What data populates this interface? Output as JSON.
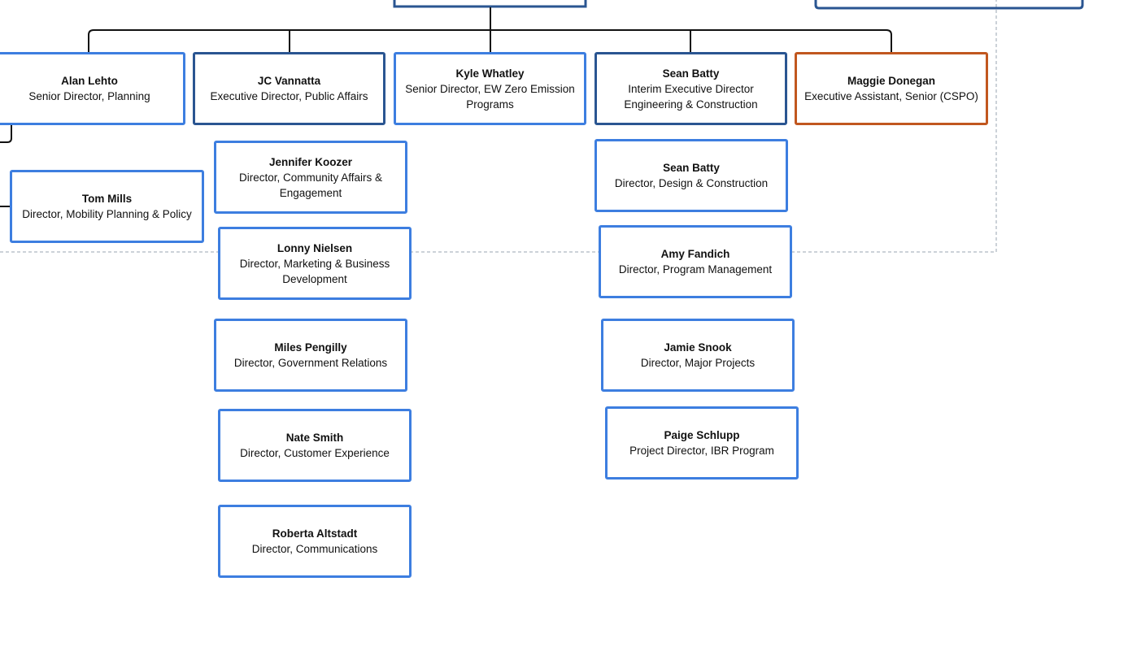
{
  "nodes": {
    "alan": {
      "name": "Alan Lehto",
      "title": "Senior Director, Planning"
    },
    "jc": {
      "name": "JC Vannatta",
      "title": "Executive Director, Public Affairs"
    },
    "kyle": {
      "name": "Kyle Whatley",
      "title": "Senior Director, EW Zero Emission Programs"
    },
    "sean1": {
      "name": "Sean Batty",
      "title": "Interim Executive Director Engineering & Construction"
    },
    "maggie": {
      "name": "Maggie Donegan",
      "title": "Executive Assistant, Senior (CSPO)"
    },
    "tom": {
      "name": "Tom Mills",
      "title": "Director, Mobility Planning & Policy"
    },
    "jennifer": {
      "name": "Jennifer Koozer",
      "title": "Director, Community Affairs & Engagement"
    },
    "lonny": {
      "name": "Lonny Nielsen",
      "title": "Director, Marketing & Business Development"
    },
    "miles": {
      "name": "Miles Pengilly",
      "title": "Director, Government Relations"
    },
    "nate": {
      "name": "Nate Smith",
      "title": "Director, Customer Experience"
    },
    "roberta": {
      "name": "Roberta Altstadt",
      "title": "Director, Communications"
    },
    "sean2": {
      "name": "Sean Batty",
      "title": "Director, Design & Construction"
    },
    "amy": {
      "name": "Amy Fandich",
      "title": "Director, Program Management"
    },
    "jamie": {
      "name": "Jamie Snook",
      "title": "Director, Major Projects"
    },
    "paige": {
      "name": "Paige Schlupp",
      "title": "Project Director, IBR Program"
    }
  },
  "colors": {
    "border_light": "#3d7ee0",
    "border_dark": "#2a5591",
    "border_orange": "#c1571f",
    "connector": "#111111",
    "dashed_boundary": "#9aa5b1"
  }
}
